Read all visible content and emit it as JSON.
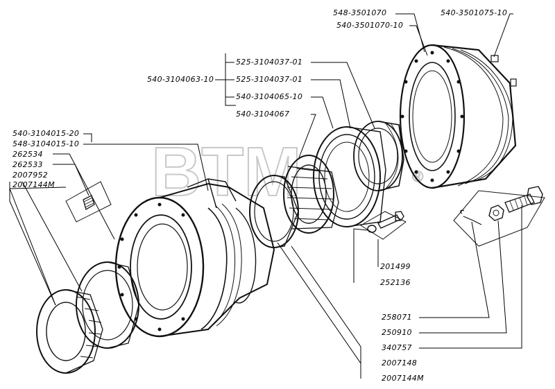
{
  "watermark": {
    "text": "BTM",
    "mark": "®"
  },
  "labels": {
    "p548_3501070": "548-3501070",
    "p540_3501070_10": "540-3501070-10",
    "p540_3501075_10": "540-3501075-10",
    "p525_3104037_01_a": "525-3104037-01",
    "p525_3104037_01_b": "525-3104037-01",
    "p540_3104063_10": "540-3104063-10",
    "p540_3104065_10": "540-3104065-10",
    "p540_3104067": "540-3104067",
    "p540_3104015_20": "540-3104015-20",
    "p548_3104015_10": "548-3104015-10",
    "p262534": "262534",
    "p262533": "262533",
    "p2007952": "2007952",
    "p2007144M_a": "2007144M",
    "p201499": "201499",
    "p252136": "252136",
    "p258071": "258071",
    "p250910": "250910",
    "p340757": "340757",
    "p2007148": "2007148",
    "p2007144M_b": "2007144M"
  }
}
